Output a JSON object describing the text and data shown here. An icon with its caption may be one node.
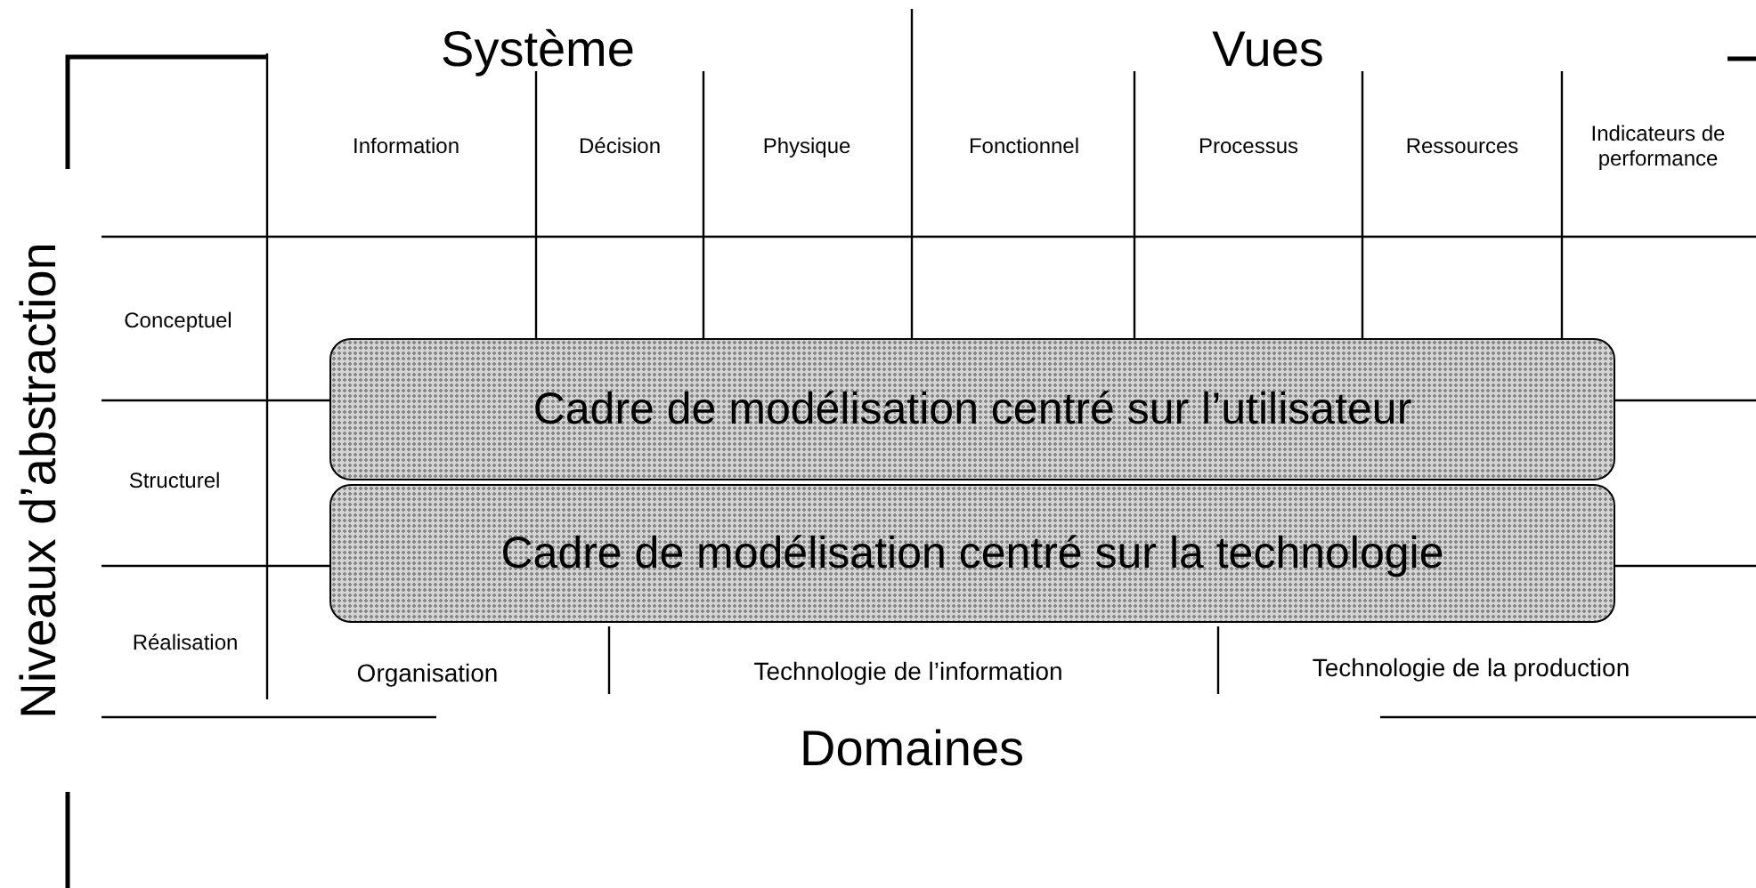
{
  "diagram": {
    "nodes": [
      {
        "text": [
          "Cadre de modélisation centré sur l’utilisateur"
        ]
      },
      {
        "text": [
          "Cadre de modélisation centré sur la technologie"
        ]
      }
    ],
    "labels": [
      "Système",
      "Vues",
      "Niveaux d’abstraction",
      "Information",
      "Décision",
      "Physique",
      "Fonctionnel",
      "Processus",
      "Ressources",
      "Indicateurs de performance",
      "Conceptuel",
      "Structurel",
      "Réalisation",
      "Organisation",
      "Technologie de l’information",
      "Technologie de la production",
      "Domaines"
    ]
  }
}
